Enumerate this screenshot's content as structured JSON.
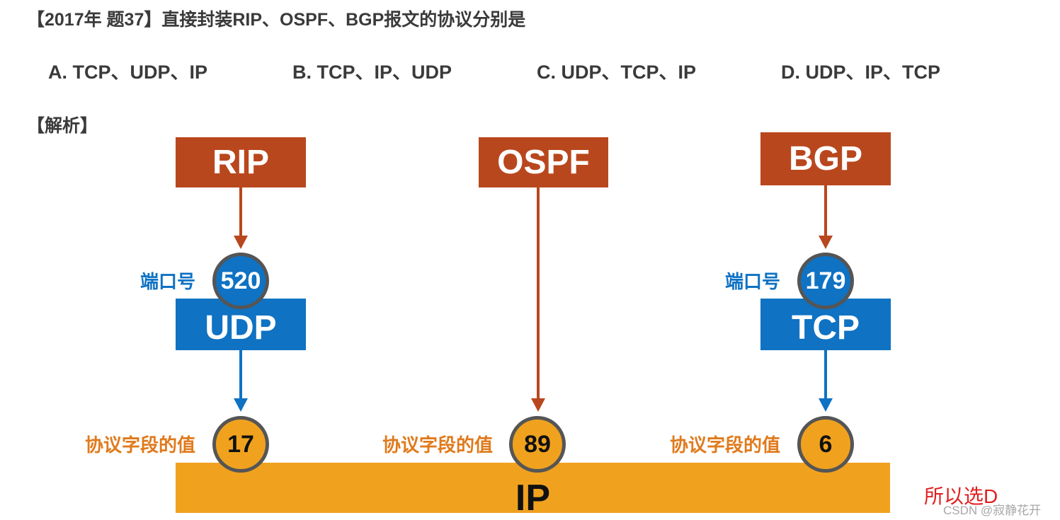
{
  "question": "【2017年 题37】直接封装RIP、OSPF、BGP报文的协议分别是",
  "options": [
    {
      "label": "A. TCP、UDP、IP"
    },
    {
      "label": "B. TCP、IP、UDP"
    },
    {
      "label": "C. UDP、TCP、IP"
    },
    {
      "label": "D. UDP、IP、TCP"
    }
  ],
  "analysis_label": "【解析】",
  "diagram": {
    "apps": {
      "rip": "RIP",
      "ospf": "OSPF",
      "bgp": "BGP"
    },
    "transport": {
      "udp": "UDP",
      "tcp": "TCP"
    },
    "ports": {
      "rip_port": "520",
      "bgp_port": "179",
      "port_label": "端口号"
    },
    "protocol_values": {
      "udp_value": "17",
      "ospf_value": "89",
      "tcp_value": "6",
      "field_label": "协议字段的值"
    },
    "ip_label": "IP"
  },
  "conclusion": "所以选D",
  "watermark": "CSDN @寂静花开",
  "colors": {
    "app_box": "#b9471d",
    "transport_box": "#0f72c3",
    "ip_bar": "#f0a21f",
    "port_label": "#0f72c3",
    "field_label": "#e07a1c",
    "conclusion": "#e02020"
  }
}
